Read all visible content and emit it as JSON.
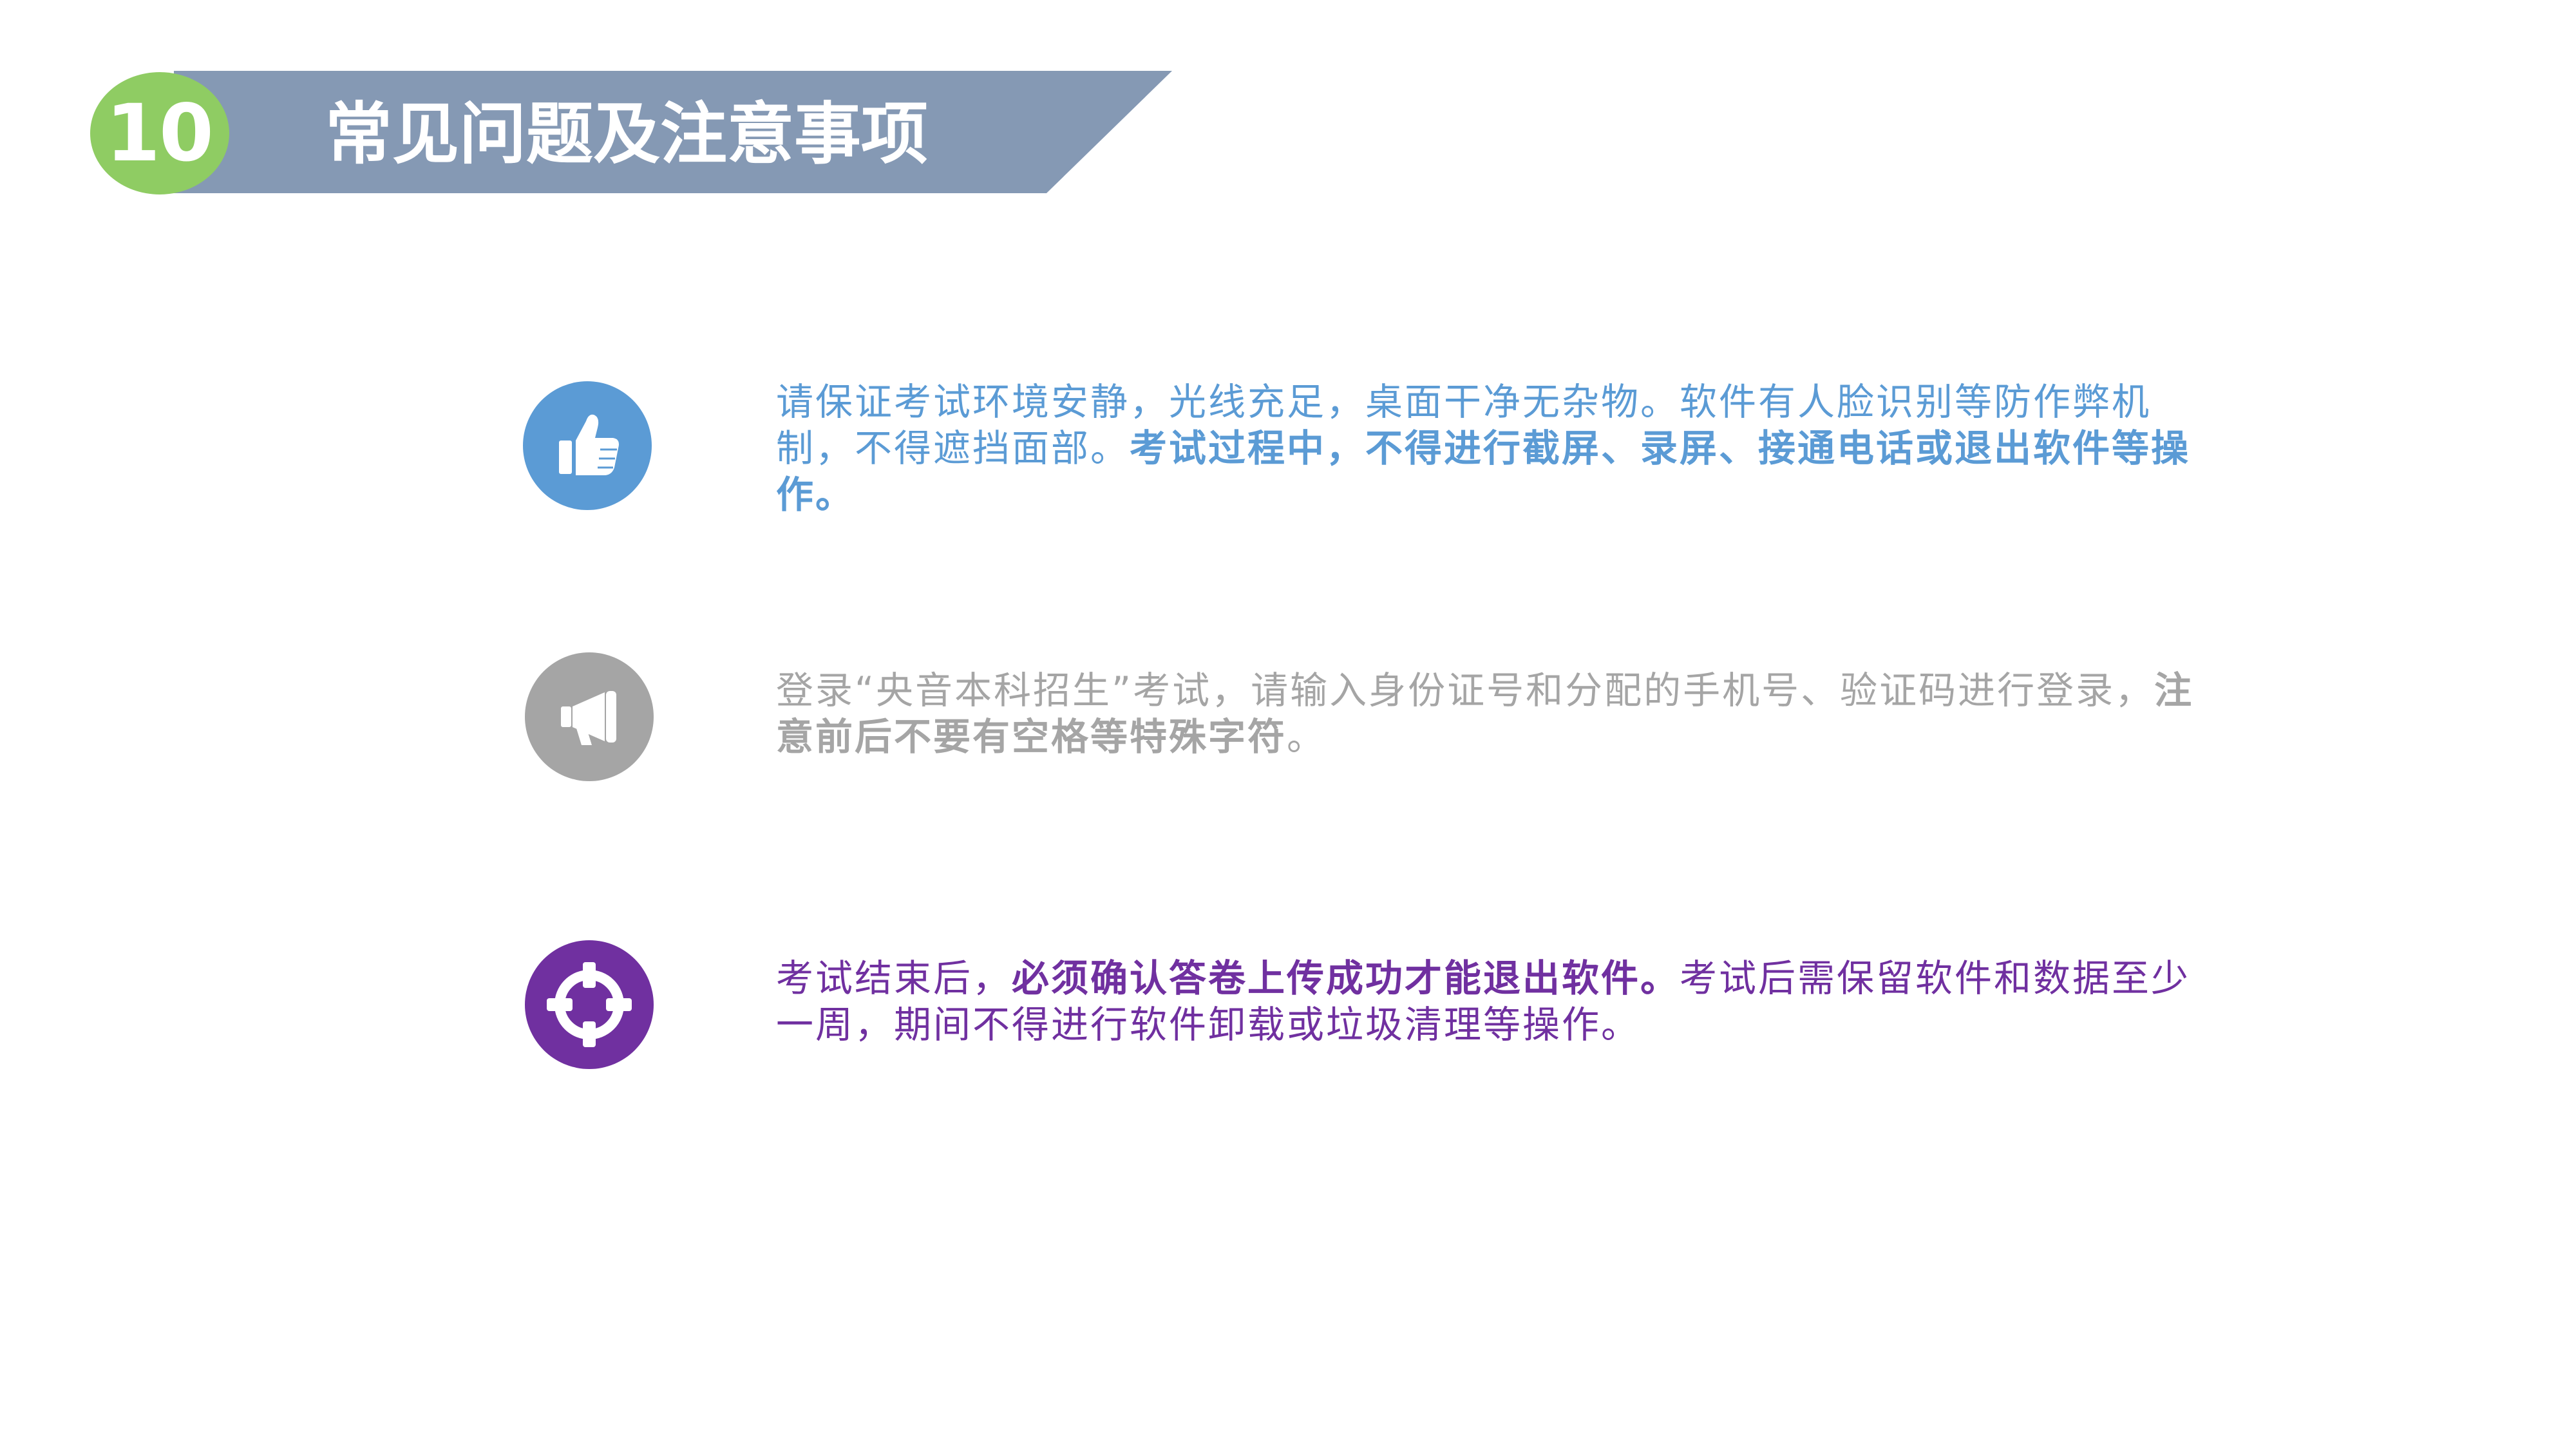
{
  "header": {
    "number": "10",
    "title": "常见问题及注意事项",
    "colors": {
      "badge": "#8fcc63",
      "banner": "#8599b4"
    }
  },
  "items": [
    {
      "icon": "thumbs-up-icon",
      "color": "#5b9bd5",
      "text_plain": "请保证考试环境安静，光线充足，桌面干净无杂物。软件有人脸识别等防作弊机制，不得遮挡面部。",
      "text_bold": "考试过程中，不得进行截屏、录屏、接通电话或退出软件等操作。"
    },
    {
      "icon": "megaphone-icon",
      "color": "#a5a5a5",
      "text_plain": "登录“央音本科招生”考试，请输入身份证号和分配的手机号、验证码进行登录，",
      "text_bold": "注意前后不要有空格等特殊字符",
      "text_after": "。"
    },
    {
      "icon": "crosshair-icon",
      "color": "#7030a0",
      "text_plain": "考试结束后，",
      "text_bold": "必须确认答卷上传成功才能退出软件。",
      "text_after": "考试后需保留软件和数据至少一周，期间不得进行软件卸载或垃圾清理等操作。"
    }
  ]
}
